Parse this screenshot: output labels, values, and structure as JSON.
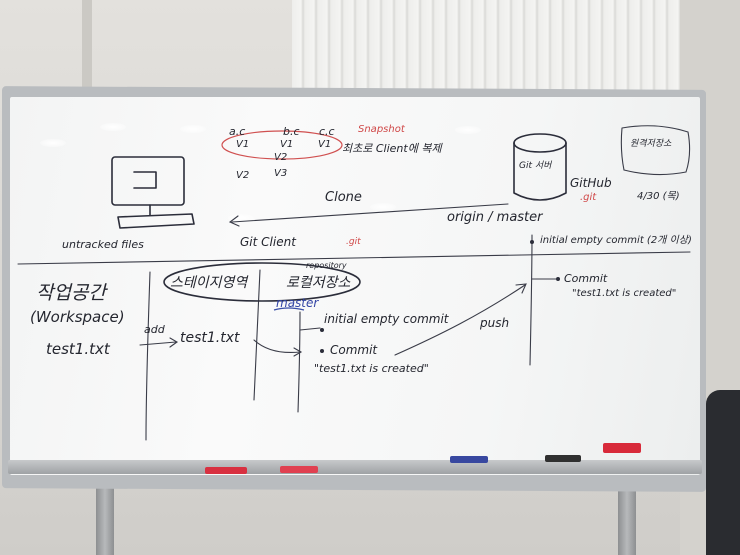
{
  "board_text": {
    "version_col_1": "a.c",
    "version_col_2": "b.c",
    "version_col_3": "c.c",
    "v1_a": "V1",
    "v1_b": "V1",
    "v1_c": "V1",
    "v2_a": "V2",
    "v2_b": "V2",
    "v3": "V3",
    "snapshot": "Snapshot",
    "client_copy": "최초로 Client에 복제",
    "git_server": "Git 서버",
    "github": "GitHub",
    "git_ext_red": ".git",
    "date": "4/30 (목)",
    "clone": "Clone",
    "origin_master": "origin / master",
    "untracked_files": "untracked files",
    "git_client": "Git Client",
    "git_ext_red_2": ".git",
    "initial_commit_remote": "initial empty commit (2개 이상)",
    "workspace_kr": "작업공간",
    "workspace_en": "(Workspace)",
    "staging_area": "스테이지영역",
    "local_repo": "로컬저장소",
    "repository": "repository",
    "master": "master",
    "initial_commit_local": "initial empty commit",
    "commit_local": "Commit",
    "commit_msg_local": "\"test1.txt is created\"",
    "commit_remote": "Commit",
    "commit_msg_remote": "\"test1.txt is created\"",
    "push": "push",
    "add": "add",
    "file_workspace": "test1.txt",
    "file_staged": "test1.txt",
    "remote_note": "원격저장소"
  },
  "colors": {
    "ink": "#2b2d3a",
    "red_marker": "#d04848",
    "blue_marker": "#3446a6"
  }
}
